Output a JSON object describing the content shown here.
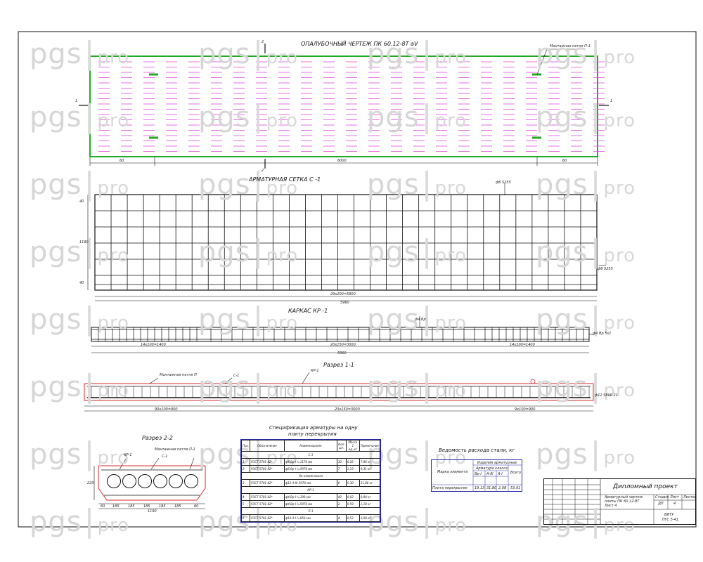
{
  "watermark": {
    "brand": "pgs",
    "separator": "|",
    "suffix": "pro"
  },
  "formwork": {
    "title": "ОПАЛУБОЧНЫЙ ЧЕРТЕЖ  ПК 60.12-8Т аV",
    "callout": "Монтажная петля П-1",
    "section_mark": "1",
    "section_mark_2": "2",
    "dim_left": "60",
    "dim_total": "6000",
    "dim_right": "60"
  },
  "mesh": {
    "title": "АРМАТУРНАЯ СЕТКА С -1",
    "callout_top": "ф6 S255",
    "callout_right": "ф6 S255",
    "dim_bottom": "29х200=5800",
    "dim_total": "5960",
    "dim_left_a": "40",
    "dim_left_b": "1190",
    "dim_left_c": "40"
  },
  "frame": {
    "title": "КАРКАС КР -1",
    "callout_top": "ф4 Вр",
    "callout_right": "ф4 Вр 5х1",
    "dim_a": "14х100=1400",
    "dim_b": "20х150=3000",
    "dim_c": "14х100=1400",
    "dim_total": "5960"
  },
  "section_1": {
    "title": "Разрез 1-1",
    "callout_loop": "Монтажная петля П",
    "callout_mesh": "С-1",
    "callout_frame": "КР-1",
    "callout_right": "ф12 S600 21",
    "dim_a": "90х100=900",
    "dim_b": "20х150=3000",
    "dim_c": "9х100=900"
  },
  "section_2": {
    "title": "Разрез 2-2",
    "callout_frame": "КР-1",
    "callout_mesh": "С-1",
    "callout_loop": "Монтажная петля П-1",
    "dims": [
      "60",
      "185",
      "185",
      "185",
      "185",
      "185",
      "60"
    ],
    "dim_total": "1190",
    "dim_height": "220"
  },
  "spec": {
    "title_line1": "Спецификация арматуры на одну",
    "title_line2": "плиту перекрытия",
    "headers": [
      "Поз.",
      "Обозначение",
      "Наименование",
      "Кол. шт.",
      "Масса 1 ед.,кг",
      "Примечание"
    ],
    "groups": [
      {
        "name": "С-1",
        "rows": [
          {
            "pos": "1",
            "doc": "ГОСТ 5781-82*",
            "name": "ф6 Вр-I  l=1170 мм",
            "qty": "30",
            "mass": "0,26",
            "note": "7,80 кг"
          },
          {
            "pos": "2",
            "doc": "ГОСТ 5781-82*",
            "name": "ф6 Вр-I  l=5970 мм",
            "qty": "7",
            "mass": "1,33",
            "note": "9,31 кг"
          }
        ]
      },
      {
        "name": "Не напрягаемая",
        "rows": [
          {
            "pos": "3",
            "doc": "ГОСТ 5781-82*",
            "name": "ф12 A-III  5970 мм",
            "qty": "6",
            "mass": "5,30",
            "note": "31,80 кг"
          }
        ]
      },
      {
        "name": "КР-1",
        "rows": [
          {
            "pos": "4",
            "doc": "ГОСТ 5781-82*",
            "name": "ф4 Вр-I  l=190 мм",
            "qty": "42",
            "mass": "0,02",
            "note": "0,84 кг"
          },
          {
            "pos": "5",
            "doc": "ГОСТ 5781-82*",
            "name": "ф4 Вр-I  l=5970 мм",
            "qty": "2",
            "mass": "0,59",
            "note": "1,18 кг"
          }
        ]
      },
      {
        "name": "П-1",
        "rows": [
          {
            "pos": "6",
            "doc": "ГОСТ 5781-82*",
            "name": "ф10 A-I  l=850 мм",
            "qty": "4",
            "mass": "0,52",
            "note": "2,08 кг"
          }
        ]
      }
    ]
  },
  "steel": {
    "title": "Ведомость расхода стали, кг",
    "row_label": "Марка элемента",
    "col_group": "Изделия арматурные",
    "col_a": "Арматура класса",
    "col_b": "Вр-I",
    "col_c": "A-III",
    "col_d": "A-I",
    "col_total": "Всего",
    "footer_label": "Плита перекрытия",
    "footer_values": [
      "19,13",
      "31,80",
      "2,08",
      "53,01"
    ]
  },
  "title_block": {
    "project": "Дипломный проект",
    "sheet_title_1": "Арматурный чертеж",
    "sheet_title_2": "плиты ПК 60.12-8Т",
    "sheet_title_3": "Лист 4",
    "stage_label": "Стадия",
    "sheet_label": "Лист",
    "sheets_label": "Листов",
    "stage": "ДП",
    "sheet": "4",
    "org_1": "ВИТУ",
    "org_2": "ПГС 5-41"
  },
  "colors": {
    "outline_green": "#22aa22",
    "hatch_pink": "#e04be0",
    "mesh_black": "#111111",
    "section_red": "#d42a2a",
    "table_blue": "#2a2aaa"
  }
}
